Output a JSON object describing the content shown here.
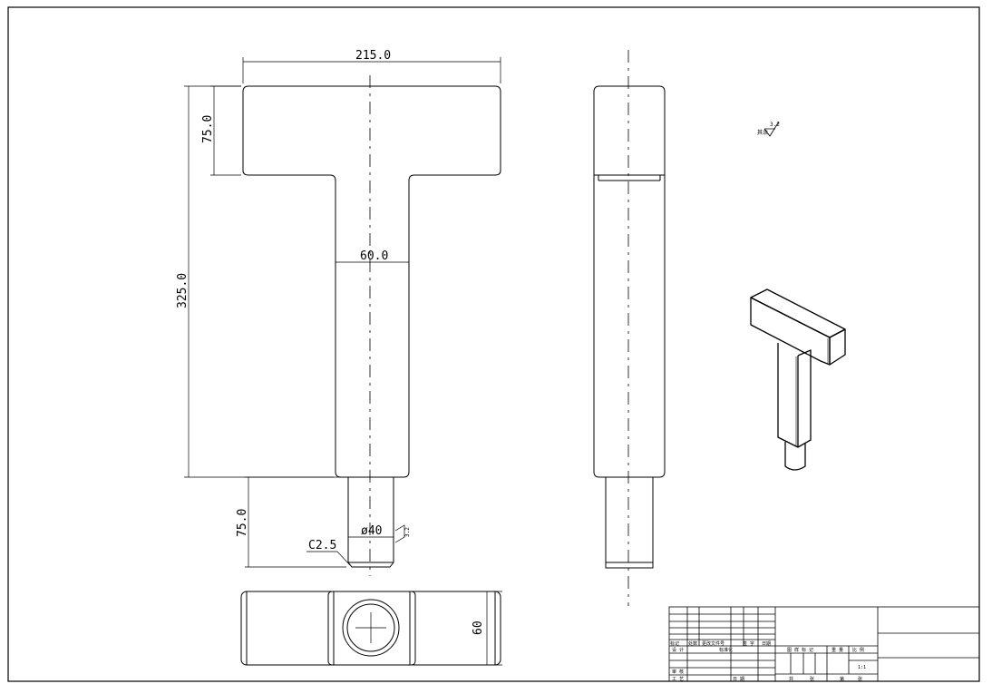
{
  "dimensions": {
    "width_215": "215.0",
    "height_75_top": "75.0",
    "height_325": "325.0",
    "width_60": "60.0",
    "height_75_bottom": "75.0",
    "chamfer": "C2.5",
    "diameter": "ø40",
    "roughness_side": "3.2",
    "bottom_width": "60"
  },
  "roughness_note": {
    "prefix": "其余",
    "value": "3.2"
  },
  "title_block": {
    "header_labels": [
      "标记",
      "处数",
      "更改文件号",
      "签 字",
      "日期"
    ],
    "row_design": [
      "设 计",
      "标准化"
    ],
    "row_review": "审 核",
    "row_process": [
      "工 艺",
      "日 期"
    ],
    "stage_label": "图 样 标 记",
    "weight_label": "重 量",
    "scale_label": "比 例",
    "scale_value": "1:1",
    "sheet_total": "共",
    "sheet_unit": "张",
    "sheet_no": "第",
    "sheet_unit2": "张"
  },
  "colors": {
    "line": "#000000",
    "background": "#ffffff"
  }
}
